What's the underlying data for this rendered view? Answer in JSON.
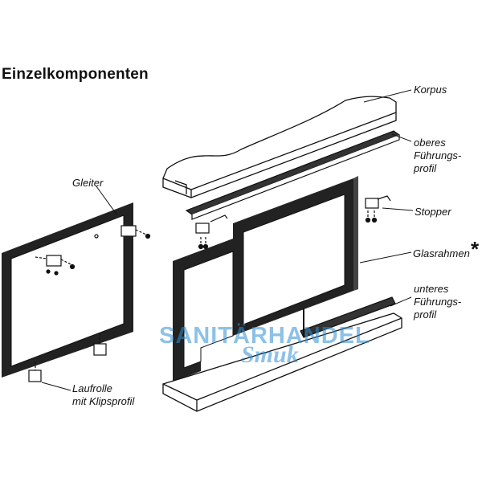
{
  "title": "Einzelkomponenten",
  "labels": {
    "korpus": "Korpus",
    "oberes_1": "oberes",
    "oberes_2": "Führungs-",
    "oberes_3": "profil",
    "stopper": "Stopper",
    "glasrahmen": "Glasrahmen",
    "glasrahmen_mark": "*",
    "unteres_1": "unteres",
    "unteres_2": "Führungs-",
    "unteres_3": "profil",
    "gleiter": "Gleiter",
    "laufrolle_1": "Laufrolle",
    "laufrolle_2": "mit Klipsprofil"
  },
  "watermark": {
    "line1": "SANITÄRHANDEL",
    "line2": "Smuk",
    "color": "#2f8fd6"
  },
  "colors": {
    "frame": "#222222",
    "line": "#111111",
    "board": "#ffffff"
  }
}
